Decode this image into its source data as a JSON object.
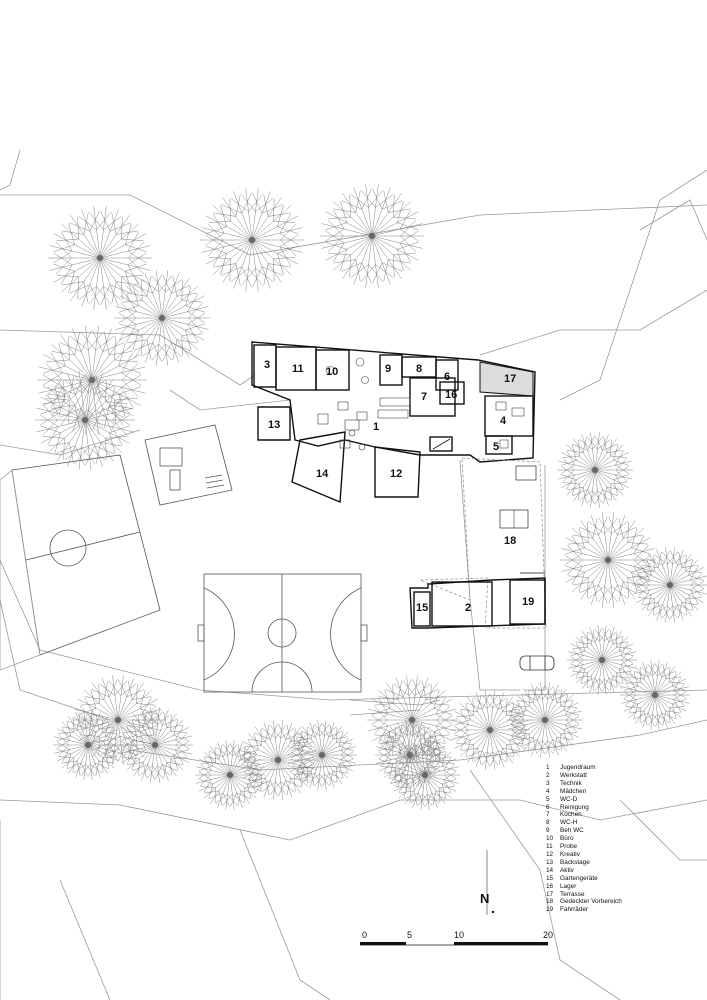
{
  "rooms": [
    {
      "num": "1",
      "name": "Jugendraum"
    },
    {
      "num": "2",
      "name": "Werkstatt"
    },
    {
      "num": "3",
      "name": "Technik"
    },
    {
      "num": "4",
      "name": "Mädchen"
    },
    {
      "num": "5",
      "name": "WC-D"
    },
    {
      "num": "6",
      "name": "Reinigung"
    },
    {
      "num": "7",
      "name": "Kochen"
    },
    {
      "num": "8",
      "name": "WC-H"
    },
    {
      "num": "9",
      "name": "Beh WC"
    },
    {
      "num": "10",
      "name": "Büro"
    },
    {
      "num": "11",
      "name": "Probe"
    },
    {
      "num": "12",
      "name": "Kreativ"
    },
    {
      "num": "13",
      "name": "Backstage"
    },
    {
      "num": "14",
      "name": "Aktiv"
    },
    {
      "num": "15",
      "name": "Gartengeräte"
    },
    {
      "num": "16",
      "name": "Lager"
    },
    {
      "num": "17",
      "name": "Terrasse"
    },
    {
      "num": "18",
      "name": "Gedeckter Vorbereich"
    },
    {
      "num": "19",
      "name": "Fahrräder"
    }
  ],
  "scale": {
    "ticks": [
      "0",
      "5",
      "10",
      "20"
    ]
  },
  "north": {
    "label": "N"
  },
  "icons": [
    "tree-icon",
    "car-icon",
    "north-arrow-icon"
  ]
}
